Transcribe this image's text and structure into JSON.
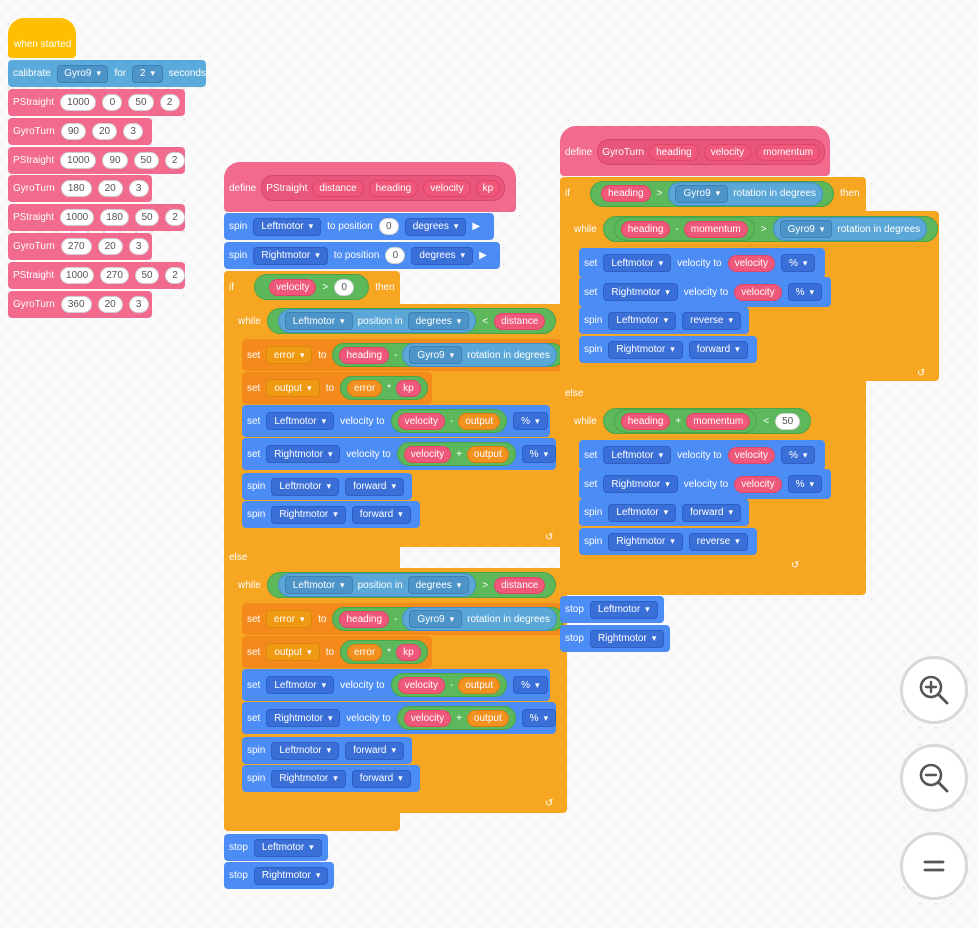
{
  "colors": {
    "event": "#ffbf00",
    "custom": "#f26a8d",
    "sensing": "#5aabdc",
    "motion": "#4c8cf5",
    "control": "#f7a621",
    "variables": "#f58a1c",
    "operators": "#5cb85a"
  },
  "script1": {
    "when_started": "when started",
    "calibrate": {
      "label": "calibrate",
      "device": "Gyro9",
      "for": "for",
      "value": "2",
      "unit": "seconds"
    },
    "calls": [
      {
        "name": "PStraight",
        "args": [
          "1000",
          "0",
          "50",
          "2"
        ]
      },
      {
        "name": "GyroTurn",
        "args": [
          "90",
          "20",
          "3"
        ]
      },
      {
        "name": "PStraight",
        "args": [
          "1000",
          "90",
          "50",
          "2"
        ]
      },
      {
        "name": "GyroTurn",
        "args": [
          "180",
          "20",
          "3"
        ]
      },
      {
        "name": "PStraight",
        "args": [
          "1000",
          "180",
          "50",
          "2"
        ]
      },
      {
        "name": "GyroTurn",
        "args": [
          "270",
          "20",
          "3"
        ]
      },
      {
        "name": "PStraight",
        "args": [
          "1000",
          "270",
          "50",
          "2"
        ]
      },
      {
        "name": "GyroTurn",
        "args": [
          "360",
          "20",
          "3"
        ]
      }
    ]
  },
  "pstraight": {
    "define": "define",
    "name": "PStraight",
    "params": [
      "distance",
      "heading",
      "velocity",
      "kp"
    ],
    "spin": "spin",
    "to_position": "to position",
    "degrees": "degrees",
    "motor_left": "Leftmotor",
    "motor_right": "Rightmotor",
    "zero": "0",
    "if": "if",
    "then": "then",
    "else": "else",
    "while": "while",
    "gt": ">",
    "lt": "<",
    "minus": "-",
    "plus": "+",
    "times": "*",
    "position_in": "position in",
    "set": "set",
    "to": "to",
    "error": "error",
    "output": "output",
    "gyro": "Gyro9",
    "rotation_in_degrees": "rotation in degrees",
    "velocity_to": "velocity to",
    "percent": "%",
    "forward": "forward",
    "stop": "stop",
    "loop_arrow": "↺"
  },
  "gyroturn": {
    "define": "define",
    "name": "GyroTurn",
    "params": [
      "heading",
      "velocity",
      "momentum"
    ],
    "if": "if",
    "then": "then",
    "else": "else",
    "while": "while",
    "gt": ">",
    "lt": "<",
    "minus": "-",
    "plus": "+",
    "gyro": "Gyro9",
    "rotation_in_degrees": "rotation in degrees",
    "set": "set",
    "velocity_to": "velocity to",
    "percent": "%",
    "spin": "spin",
    "reverse": "reverse",
    "forward": "forward",
    "fifty": "50",
    "motor_left": "Leftmotor",
    "motor_right": "Rightmotor",
    "stop": "stop",
    "loop_arrow": "↺"
  },
  "zoom": {
    "in": "zoom-in",
    "out": "zoom-out",
    "reset": "reset"
  }
}
